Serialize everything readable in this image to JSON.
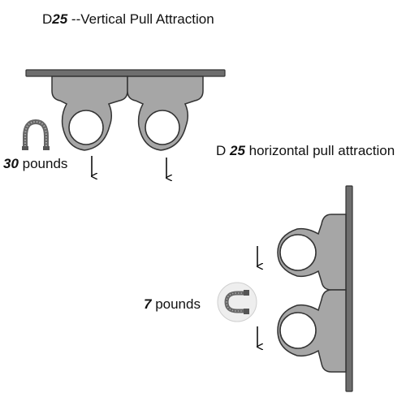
{
  "vertical": {
    "title_prefix": "D",
    "title_number": "25",
    "title_rest": " --Vertical Pull Attraction",
    "weight_number": "30",
    "weight_unit": " pounds"
  },
  "horizontal": {
    "title_prefix": "D ",
    "title_number": "25",
    "title_rest": " horizontal pull attraction",
    "weight_number": "7",
    "weight_unit": " pounds"
  },
  "colors": {
    "mount_fill": "#a6a6a6",
    "plate_fill": "#6e6e6e",
    "outline": "#333333",
    "arrow": "#111111",
    "magnet_circle": "#e8e8e8"
  },
  "icons": [
    "horseshoe-magnet-icon",
    "down-arrow-icon"
  ]
}
